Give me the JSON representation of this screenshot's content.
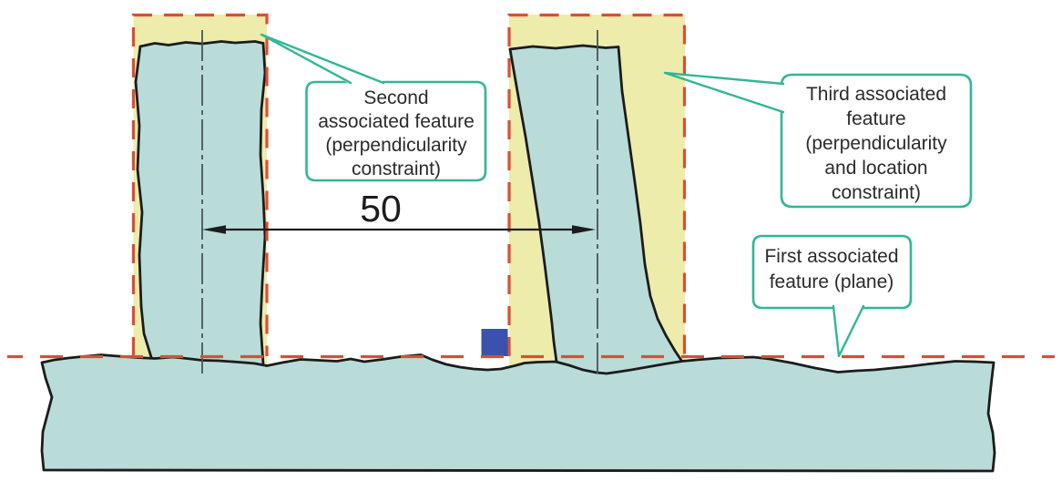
{
  "figure": {
    "dimension": {
      "value": "50"
    },
    "callouts": {
      "second": {
        "lines": [
          "Second",
          "associated feature",
          "(perpendicularity",
          "constraint)"
        ]
      },
      "third": {
        "lines": [
          "Third associated",
          "feature",
          "(perpendicularity",
          "and location",
          "constraint)"
        ]
      },
      "first": {
        "lines": [
          "First associated",
          "feature (plane)"
        ]
      }
    },
    "colors": {
      "material_fill": "#b9dcd8",
      "tolerance_zone_fill": "#eeecab",
      "zone_outline_red": "#d94f33",
      "outline_black": "#1c1c1c",
      "centerline_gray": "#4a5553",
      "square_blue": "#3b51ae",
      "callout_green": "#31b795",
      "text_dark": "#2b2b2b"
    }
  }
}
